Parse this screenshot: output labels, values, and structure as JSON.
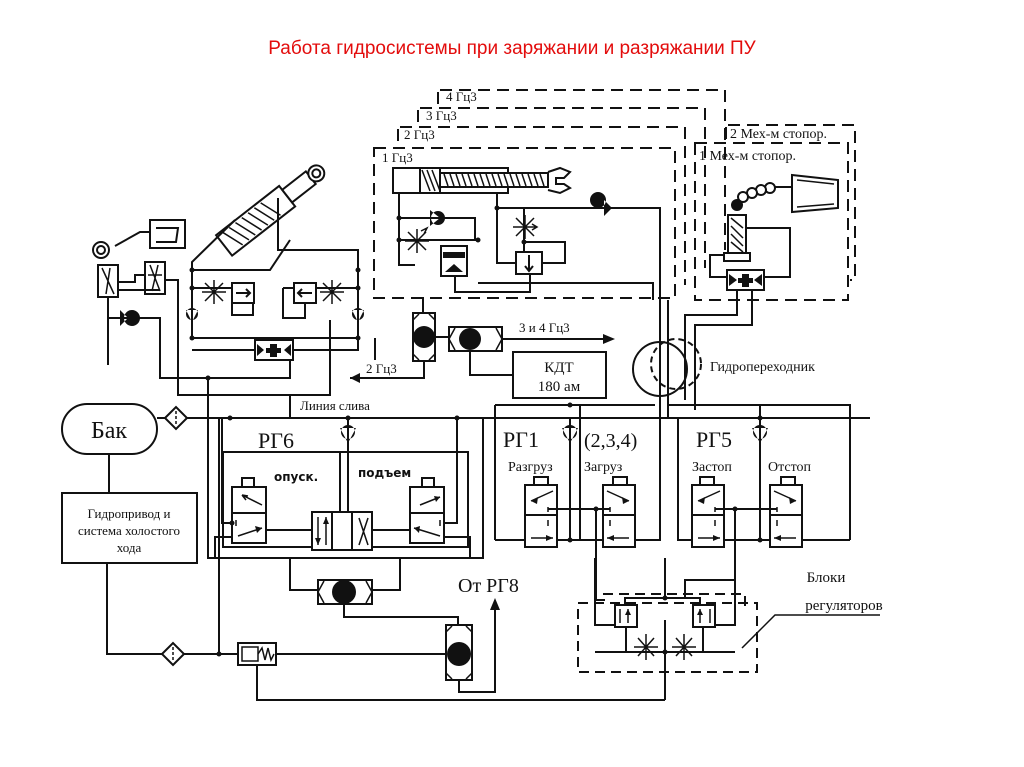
{
  "slide": {
    "title": "Работа гидросистемы при заряжании и разряжании ПУ",
    "title_color": "#e30c0c"
  },
  "diagram": {
    "groups": {
      "cylinder_groups": [
        "4 Гц3",
        "3 Гц3",
        "2 Гц3",
        "1 Гц3"
      ],
      "stop_mechanisms": [
        "2 Мех-м стопор.",
        "1 Мех-м стопор."
      ]
    },
    "labels": {
      "to_cyl_3_4": "3 и 4 Гц3",
      "to_cyl_2": "2 Гц3",
      "kdt_line1": "КДТ",
      "kdt_line2": "180 ам",
      "hydro_adapter": "Гидропереходник",
      "drain_line": "Линия слива",
      "tank": "Бак",
      "drive_line1": "Гидропривод  и",
      "drive_line2": "система холостого",
      "drive_line3": "хода",
      "from_rg8": "От РГ8",
      "regulator_blocks_line1": "Блоки",
      "regulator_blocks_line2": "регуляторов"
    },
    "valve_blocks": {
      "rg6": {
        "name": "РГ6",
        "left": "опуск.",
        "right": "подъем"
      },
      "rg1": {
        "name": "РГ1",
        "suffix": "(2,3,4)",
        "left": "Разгруз",
        "right": "Загруз"
      },
      "rg5": {
        "name": "РГ5",
        "left": "Застоп",
        "right": "Отстоп"
      }
    },
    "line_color": "#111111"
  }
}
